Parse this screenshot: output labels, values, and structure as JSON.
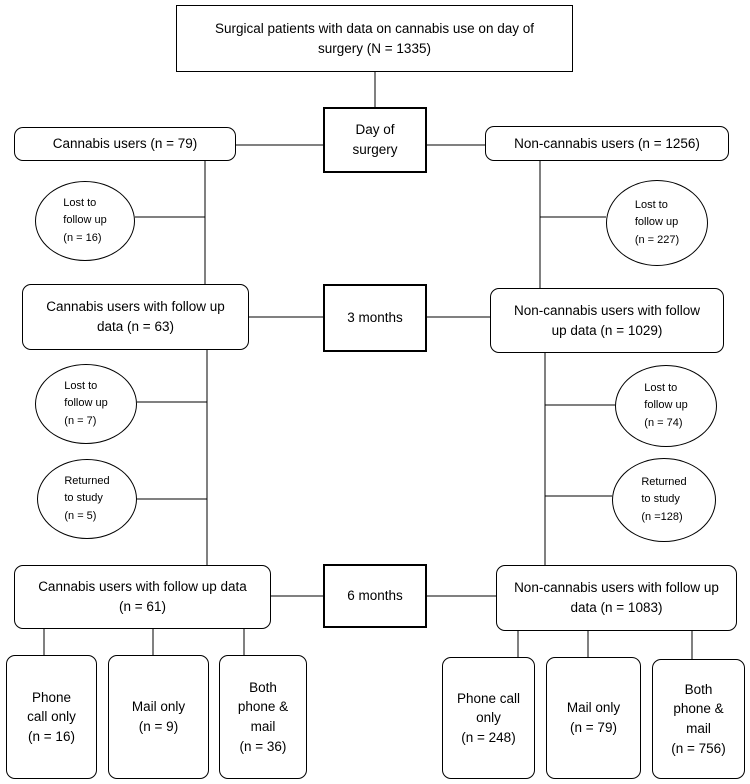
{
  "top": {
    "line1": "Surgical patients with data on cannabis use on day of",
    "line2": "surgery (N = 1335)"
  },
  "timepoints": {
    "day": [
      "Day of",
      "surgery"
    ],
    "m3": "3 months",
    "m6": "6 months"
  },
  "left": {
    "users": "Cannabis users (n = 79)",
    "lost1": [
      "Lost to",
      "follow up",
      "(n = 16)"
    ],
    "follow3": [
      "Cannabis users with follow up",
      "data (n = 63)"
    ],
    "lost2": [
      "Lost to",
      "follow up",
      "(n = 7)"
    ],
    "returned": [
      "Returned",
      "to study",
      "(n = 5)"
    ],
    "follow6": [
      "Cannabis users with follow up data",
      "(n = 61)"
    ],
    "phone": [
      "Phone",
      "call only",
      "(n = 16)"
    ],
    "mail": [
      "Mail only",
      "(n = 9)"
    ],
    "both": [
      "Both",
      "phone &",
      "mail",
      "(n = 36)"
    ]
  },
  "right": {
    "users": "Non-cannabis users (n = 1256)",
    "lost1": [
      "Lost to",
      "follow up",
      "(n = 227)"
    ],
    "follow3": [
      "Non-cannabis users with follow",
      "up data (n = 1029)"
    ],
    "lost2": [
      "Lost to",
      "follow up",
      "(n = 74)"
    ],
    "returned": [
      "Returned",
      "to study",
      "(n =128)"
    ],
    "follow6": [
      "Non-cannabis users with follow up",
      "data (n = 1083)"
    ],
    "phone": [
      "Phone call",
      "only",
      "(n = 248)"
    ],
    "mail": [
      "Mail only",
      "(n = 79)"
    ],
    "both": [
      "Both",
      "phone &",
      "mail",
      "(n = 756)"
    ]
  }
}
